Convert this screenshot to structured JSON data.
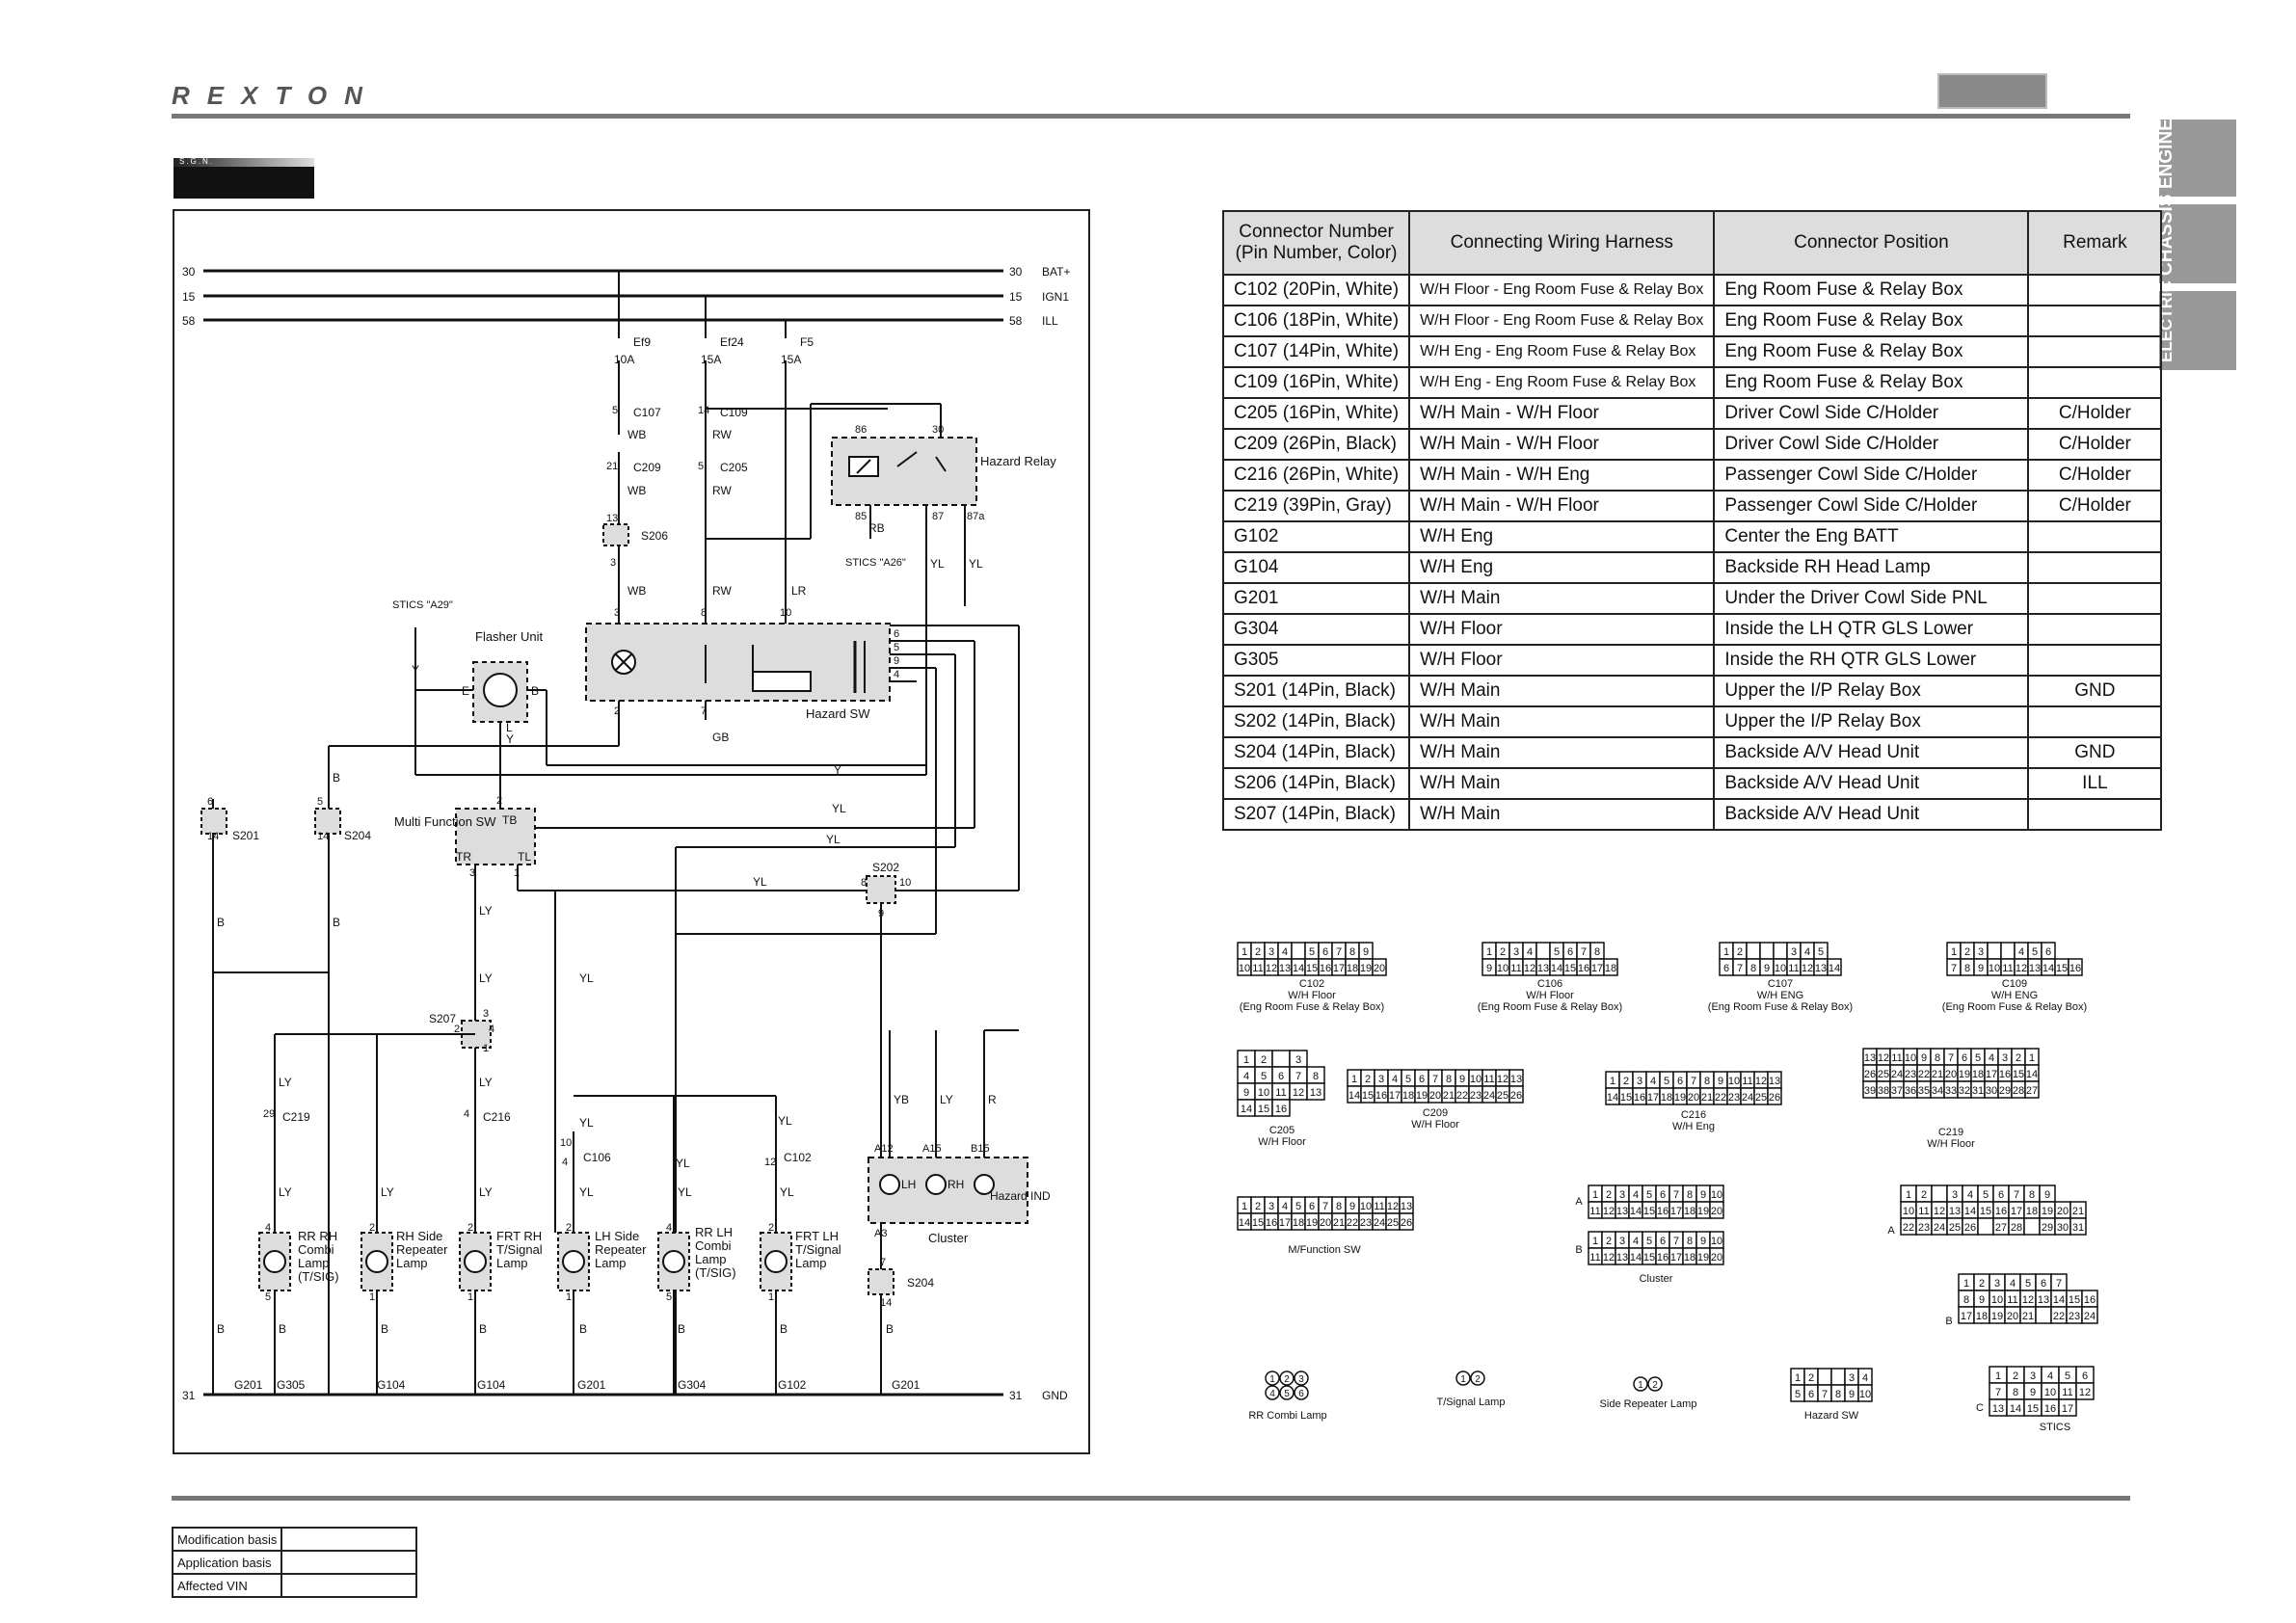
{
  "brand": "REXTON",
  "side_tabs": [
    "ENGINE",
    "CHASSIS",
    "ELECTRIC"
  ],
  "sgn_label": "S.G.N.",
  "diagram": {
    "bus": [
      {
        "left": "30",
        "right": "30",
        "tag": "BAT+"
      },
      {
        "left": "15",
        "right": "15",
        "tag": "IGN1"
      },
      {
        "left": "58",
        "right": "58",
        "tag": "ILL"
      },
      {
        "left": "31",
        "right": "31",
        "tag": "GND"
      }
    ],
    "fuses": [
      {
        "name": "Ef9",
        "amp": "10A"
      },
      {
        "name": "Ef24",
        "amp": "15A"
      },
      {
        "name": "F5",
        "amp": "15A"
      }
    ],
    "connectors": [
      "C107",
      "C109",
      "C209",
      "C205",
      "S206",
      "C219",
      "C216",
      "C106",
      "C102",
      "S201",
      "S204",
      "S202",
      "S207",
      "S204"
    ],
    "wires": [
      "WB",
      "RW",
      "LR",
      "RB",
      "YL",
      "Y",
      "B",
      "L",
      "GB",
      "LY",
      "YB",
      "R"
    ],
    "pins": [
      "5",
      "14",
      "21",
      "5",
      "13",
      "3",
      "3",
      "8",
      "10",
      "2",
      "7",
      "86",
      "30",
      "85",
      "87",
      "87a",
      "6",
      "5",
      "9",
      "4",
      "2",
      "3",
      "1",
      "8",
      "10",
      "9",
      "3",
      "4",
      "2",
      "1",
      "6",
      "14",
      "5",
      "14",
      "29",
      "4",
      "10",
      "4",
      "12",
      "A12",
      "A15",
      "B15",
      "A3",
      "7",
      "14",
      "4",
      "5",
      "2",
      "1",
      "2",
      "1",
      "2",
      "1",
      "4",
      "5",
      "2",
      "1"
    ],
    "modules": {
      "hazard_relay": "Hazard Relay",
      "stics_a26": "STICS \"A26\"",
      "stics_a29": "STICS \"A29\"",
      "flasher": "Flasher Unit",
      "hazard_sw": "Hazard SW",
      "multi_sw": "Multi Function SW",
      "cluster": "Cluster",
      "hazard_ind": "Hazard IND",
      "lh": "LH",
      "rh": "RH",
      "tb": "TB",
      "tr": "TR",
      "tl": "TL",
      "e": "E",
      "b": "B"
    },
    "lamps": [
      {
        "l1": "RR RH",
        "l2": "Combi",
        "l3": "Lamp",
        "l4": "(T/SIG)"
      },
      {
        "l1": "RH Side",
        "l2": "Repeater",
        "l3": "Lamp",
        "l4": ""
      },
      {
        "l1": "FRT RH",
        "l2": "T/Signal",
        "l3": "Lamp",
        "l4": ""
      },
      {
        "l1": "LH Side",
        "l2": "Repeater",
        "l3": "Lamp",
        "l4": ""
      },
      {
        "l1": "RR LH",
        "l2": "Combi",
        "l3": "Lamp",
        "l4": "(T/SIG)"
      },
      {
        "l1": "FRT LH",
        "l2": "T/Signal",
        "l3": "Lamp",
        "l4": ""
      }
    ],
    "grounds": [
      "G201",
      "G305",
      "G104",
      "G104",
      "G201",
      "G304",
      "G102",
      "G201"
    ]
  },
  "table": {
    "headers": [
      "Connector Number (Pin Number, Color)",
      "Connecting Wiring Harness",
      "Connector Position",
      "Remark"
    ],
    "rows": [
      [
        "C102 (20Pin, White)",
        "W/H Floor - Eng Room Fuse & Relay Box",
        "Eng Room Fuse & Relay Box",
        ""
      ],
      [
        "C106 (18Pin, White)",
        "W/H Floor - Eng Room Fuse & Relay Box",
        "Eng Room Fuse & Relay Box",
        ""
      ],
      [
        "C107 (14Pin, White)",
        "W/H Eng - Eng Room Fuse & Relay Box",
        "Eng Room Fuse & Relay Box",
        ""
      ],
      [
        "C109 (16Pin, White)",
        "W/H Eng - Eng Room Fuse & Relay Box",
        "Eng Room Fuse & Relay Box",
        ""
      ],
      [
        "C205 (16Pin, White)",
        "W/H Main - W/H Floor",
        "Driver Cowl Side C/Holder",
        "C/Holder"
      ],
      [
        "C209 (26Pin, Black)",
        "W/H Main - W/H Floor",
        "Driver Cowl Side C/Holder",
        "C/Holder"
      ],
      [
        "C216 (26Pin, White)",
        "W/H Main - W/H Eng",
        "Passenger Cowl Side C/Holder",
        "C/Holder"
      ],
      [
        "C219 (39Pin, Gray)",
        "W/H Main - W/H Floor",
        "Passenger Cowl Side C/Holder",
        "C/Holder"
      ],
      [
        "G102",
        "W/H Eng",
        "Center the Eng BATT",
        ""
      ],
      [
        "G104",
        "W/H Eng",
        "Backside RH Head Lamp",
        ""
      ],
      [
        "G201",
        "W/H Main",
        "Under the Driver Cowl Side PNL",
        ""
      ],
      [
        "G304",
        "W/H Floor",
        "Inside the LH QTR GLS Lower",
        ""
      ],
      [
        "G305",
        "W/H Floor",
        "Inside the RH QTR GLS Lower",
        ""
      ],
      [
        "S201 (14Pin, Black)",
        "W/H Main",
        "Upper the I/P Relay Box",
        "GND"
      ],
      [
        "S202 (14Pin, Black)",
        "W/H Main",
        "Upper the I/P Relay Box",
        ""
      ],
      [
        "S204 (14Pin, Black)",
        "W/H Main",
        "Backside A/V Head Unit",
        "GND"
      ],
      [
        "S206 (14Pin, Black)",
        "W/H Main",
        "Backside A/V Head Unit",
        "ILL"
      ],
      [
        "S207 (14Pin, Black)",
        "W/H Main",
        "Backside A/V Head Unit",
        ""
      ]
    ]
  },
  "conn_views": [
    {
      "id": "C102",
      "l1": "W/H Floor",
      "l2": "(Eng Room Fuse & Relay Box)",
      "row1": [
        "1",
        "2",
        "3",
        "4",
        "",
        "5",
        "6",
        "7",
        "8",
        "9"
      ],
      "row2": [
        "10",
        "11",
        "12",
        "13",
        "14",
        "15",
        "16",
        "17",
        "18",
        "19",
        "20"
      ]
    },
    {
      "id": "C106",
      "l1": "W/H Floor",
      "l2": "(Eng Room Fuse & Relay Box)",
      "row1": [
        "1",
        "2",
        "3",
        "4",
        "",
        "5",
        "6",
        "7",
        "8"
      ],
      "row2": [
        "9",
        "10",
        "11",
        "12",
        "13",
        "14",
        "15",
        "16",
        "17",
        "18"
      ]
    },
    {
      "id": "C107",
      "l1": "W/H ENG",
      "l2": "(Eng Room Fuse & Relay Box)",
      "row1": [
        "1",
        "2",
        "",
        "",
        "",
        "3",
        "4",
        "5"
      ],
      "row2": [
        "6",
        "7",
        "8",
        "9",
        "10",
        "11",
        "12",
        "13",
        "14"
      ]
    },
    {
      "id": "C109",
      "l1": "W/H ENG",
      "l2": "(Eng Room Fuse & Relay Box)",
      "row1": [
        "1",
        "2",
        "3",
        "",
        "",
        "4",
        "5",
        "6"
      ],
      "row2": [
        "7",
        "8",
        "9",
        "10",
        "11",
        "12",
        "13",
        "14",
        "15",
        "16"
      ]
    },
    {
      "id": "C205",
      "l1": "W/H Floor",
      "l2": "",
      "grid": [
        [
          "1",
          "2",
          "",
          "3"
        ],
        [
          "4",
          "5",
          "6",
          "7",
          "8"
        ],
        [
          "9",
          "10",
          "11",
          "12",
          "13"
        ],
        [
          "14",
          "15",
          "16"
        ]
      ]
    },
    {
      "id": "C209",
      "l1": "W/H Floor",
      "l2": "",
      "row1": [
        "1",
        "2",
        "3",
        "4",
        "5",
        "6",
        "7",
        "8",
        "9",
        "10",
        "11",
        "12",
        "13"
      ],
      "row2": [
        "14",
        "15",
        "16",
        "17",
        "18",
        "19",
        "20",
        "21",
        "22",
        "23",
        "24",
        "25",
        "26"
      ]
    },
    {
      "id": "C216",
      "l1": "W/H Eng",
      "l2": "",
      "row1": [
        "1",
        "2",
        "3",
        "4",
        "5",
        "6",
        "7",
        "8",
        "9",
        "10",
        "11",
        "12",
        "13"
      ],
      "row2": [
        "14",
        "15",
        "16",
        "17",
        "18",
        "19",
        "20",
        "21",
        "22",
        "23",
        "24",
        "25",
        "26"
      ]
    },
    {
      "id": "C219",
      "l1": "W/H Floor",
      "l2": "",
      "row1": [
        "13",
        "12",
        "11",
        "10",
        "9",
        "8",
        "7",
        "6",
        "5",
        "4",
        "3",
        "2",
        "1"
      ],
      "row2": [
        "26",
        "25",
        "24",
        "23",
        "22",
        "21",
        "20",
        "19",
        "18",
        "17",
        "16",
        "15",
        "14"
      ],
      "row3": [
        "39",
        "38",
        "37",
        "36",
        "35",
        "34",
        "33",
        "32",
        "31",
        "30",
        "29",
        "28",
        "27"
      ]
    },
    {
      "id": "M/Function SW",
      "l1": "",
      "l2": "",
      "row1": [
        "1",
        "2",
        "3",
        "4",
        "5",
        "6",
        "7",
        "8",
        "9",
        "10",
        "11",
        "12",
        "13"
      ],
      "row2": [
        "14",
        "15",
        "16",
        "17",
        "18",
        "19",
        "20",
        "21",
        "22",
        "23",
        "24",
        "25",
        "26"
      ]
    },
    {
      "id": "Cluster",
      "l1": "",
      "l2": "",
      "a1": [
        "1",
        "2",
        "3",
        "4",
        "5",
        "6",
        "7",
        "8",
        "9",
        "10"
      ],
      "a2": [
        "11",
        "12",
        "13",
        "14",
        "15",
        "16",
        "17",
        "18",
        "19",
        "20"
      ],
      "b1": [
        "1",
        "2",
        "3",
        "4",
        "5",
        "6",
        "7",
        "8",
        "9",
        "10"
      ],
      "b2": [
        "11",
        "12",
        "13",
        "14",
        "15",
        "16",
        "17",
        "18",
        "19",
        "20"
      ]
    },
    {
      "id": "STICS",
      "l1": "",
      "l2": "",
      "a1": [
        "1",
        "2",
        "",
        "3",
        "4",
        "5",
        "6",
        "7",
        "8",
        "9"
      ],
      "a2": [
        "10",
        "11",
        "12",
        "13",
        "14",
        "15",
        "16",
        "17",
        "18",
        "19",
        "20",
        "21"
      ],
      "a3": [
        "22",
        "23",
        "24",
        "25",
        "26",
        "",
        "27",
        "28",
        "",
        "29",
        "30",
        "31"
      ],
      "b1": [
        "1",
        "2",
        "3",
        "4",
        "5",
        "6",
        "7"
      ],
      "b2": [
        "8",
        "9",
        "10",
        "11",
        "12",
        "13",
        "14",
        "15",
        "16"
      ],
      "b3": [
        "17",
        "18",
        "19",
        "20",
        "21",
        "",
        "22",
        "23",
        "24"
      ],
      "c1": [
        "1",
        "2",
        "3",
        "4",
        "5",
        "6"
      ],
      "c2": [
        "7",
        "8",
        "9",
        "10",
        "11",
        "12"
      ],
      "c3": [
        "13",
        "14",
        "15",
        "16",
        "17"
      ]
    },
    {
      "id": "RR Combi Lamp",
      "l1": "",
      "l2": "",
      "pins": [
        "1",
        "2",
        "3",
        "4",
        "5",
        "6"
      ]
    },
    {
      "id": "T/Signal Lamp",
      "l1": "",
      "l2": "",
      "pins": [
        "1",
        "2"
      ]
    },
    {
      "id": "Side Repeater Lamp",
      "l1": "",
      "l2": "",
      "pins": [
        "1",
        "2"
      ]
    },
    {
      "id": "Hazard SW",
      "l1": "",
      "l2": "",
      "row1": [
        "1",
        "2",
        "",
        "",
        "3",
        "4"
      ],
      "row2": [
        "5",
        "6",
        "7",
        "8",
        "9",
        "10"
      ]
    }
  ],
  "row_letters": [
    "A",
    "B",
    "C"
  ],
  "mods": [
    {
      "label": "Modification basis",
      "value": ""
    },
    {
      "label": "Application basis",
      "value": ""
    },
    {
      "label": "Affected VIN",
      "value": ""
    }
  ]
}
